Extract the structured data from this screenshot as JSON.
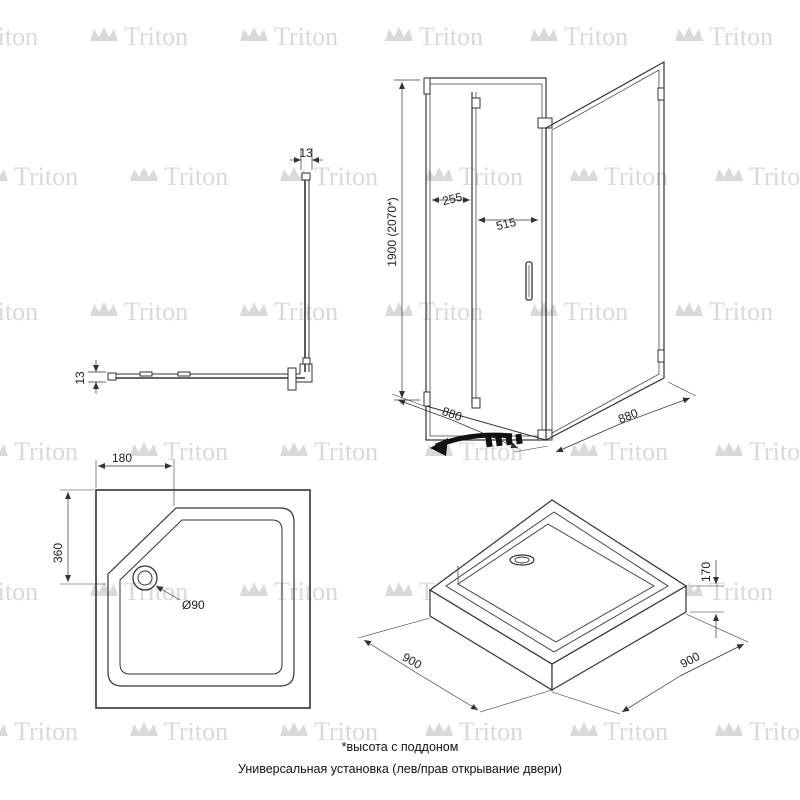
{
  "watermark": {
    "text": "Triton",
    "color": "#d9d9d9"
  },
  "side_profile": {
    "dim_top": "13",
    "dim_left": "13"
  },
  "cabin": {
    "height": "1900 (2070*)",
    "door_offset": "255",
    "door_width": "515",
    "width_left": "880",
    "width_right": "880"
  },
  "tray_plan": {
    "corner_cut": "180",
    "corner_height": "360",
    "drain": "Ø90"
  },
  "tray_iso": {
    "height": "170",
    "width_left": "900",
    "width_right": "900"
  },
  "notes": {
    "footnote": "*высота с поддоном",
    "caption": "Универсальная установка (лев/прав открывание двери)"
  }
}
